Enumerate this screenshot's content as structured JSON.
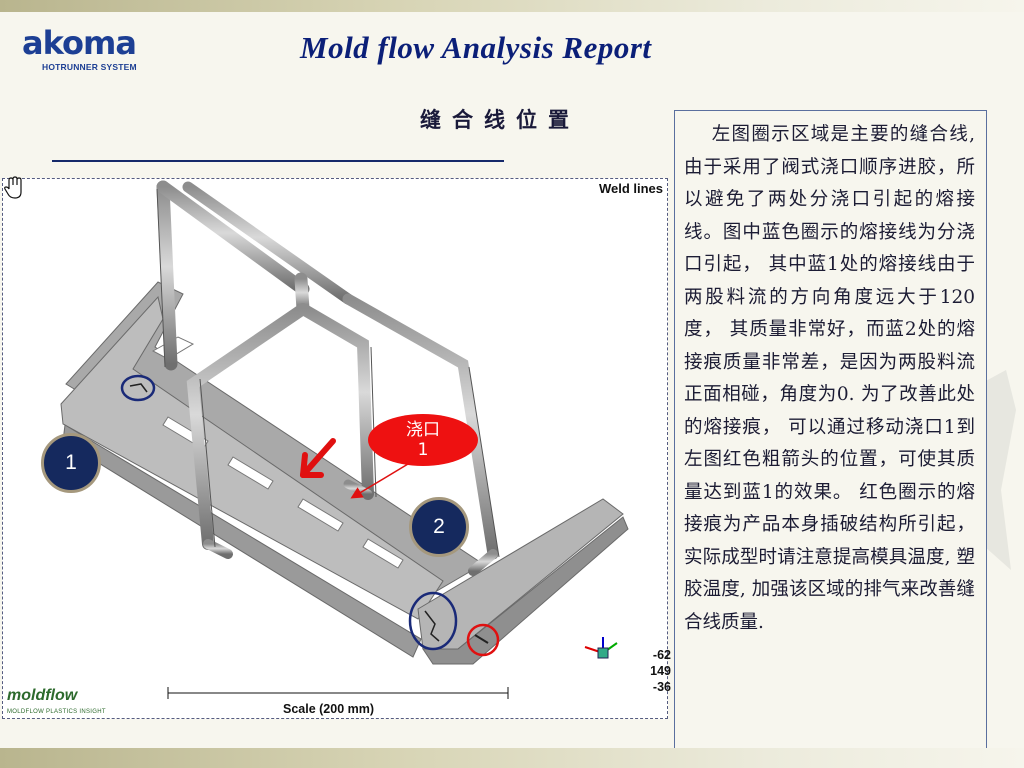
{
  "header": {
    "logo_text": "akoma",
    "logo_sub": "HOTRUNNER SYSTEM",
    "title": "Mold flow Analysis Report",
    "subtitle": "缝合线位置"
  },
  "viewport": {
    "result_name": "Weld lines",
    "coordinates": [
      "-62",
      "149",
      "-36"
    ],
    "scale_label": "Scale (200 mm)",
    "software_logo": "moldflow",
    "software_sub": "MOLDFLOW PLASTICS INSIGHT"
  },
  "annotations": {
    "gate_callout_line1": "浇口",
    "gate_callout_line2": "1",
    "marker_1": "1",
    "marker_2": "2"
  },
  "description": "左图圈示区域是主要的缝合线, 由于采用了阀式浇口顺序进胶，所以避免了两处分浇口引起的熔接线。图中蓝色圈示的熔接线为分浇口引起， 其中蓝1处的熔接线由于两股料流的方向角度远大于120度， 其质量非常好，而蓝2处的熔接痕质量非常差，是因为两股料流正面相碰，角度为0. 为了改善此处的熔接痕， 可以通过移动浇口1到左图红色粗箭头的位置，可使其质量达到蓝1的效果。 红色圈示的熔接痕为产品本身插破结构所引起，实际成型时请注意提高模具温度, 塑胶温度, 加强该区域的排气来改善缝合线质量.",
  "colors": {
    "accent_blue": "#15295e",
    "callout_red": "#ee1111",
    "title_blue": "#0b1f78"
  }
}
